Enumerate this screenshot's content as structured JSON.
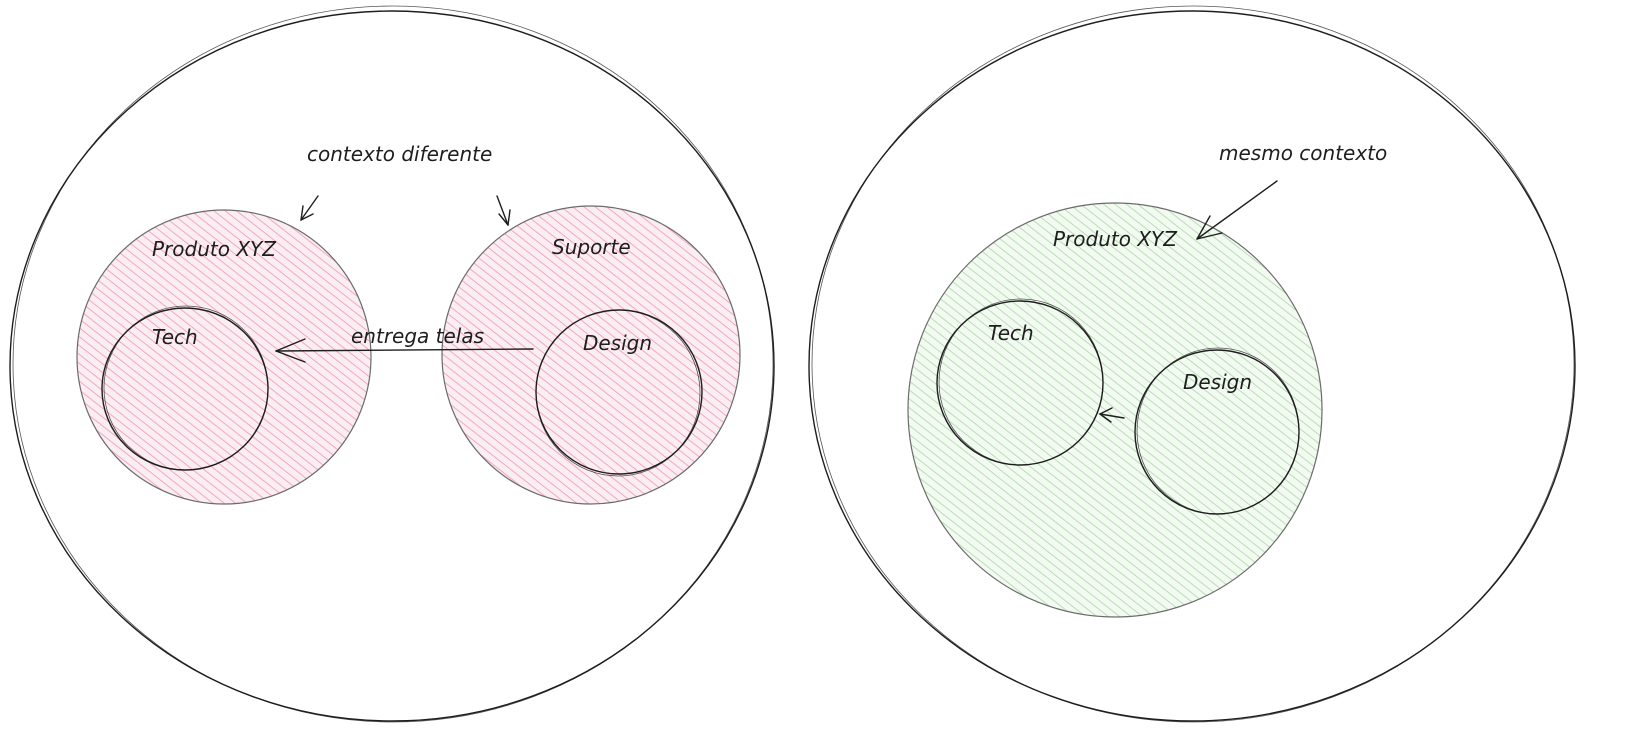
{
  "left_diagram": {
    "annotation": "contexto diferente",
    "produto": {
      "label": "Produto XYZ",
      "fill": "#f2a7c3"
    },
    "suporte": {
      "label": "Suporte",
      "fill": "#f2a7c3"
    },
    "tech": {
      "label": "Tech"
    },
    "design": {
      "label": "Design"
    },
    "arrow_label": "entrega telas"
  },
  "right_diagram": {
    "annotation": "mesmo contexto",
    "produto": {
      "label": "Produto XYZ",
      "fill": "#b7e0b4"
    },
    "tech": {
      "label": "Tech"
    },
    "design": {
      "label": "Design"
    }
  },
  "colors": {
    "stroke": "#1e1e1e",
    "pink_hatch": "#f2a7c3",
    "green_hatch": "#b7e0b4"
  }
}
